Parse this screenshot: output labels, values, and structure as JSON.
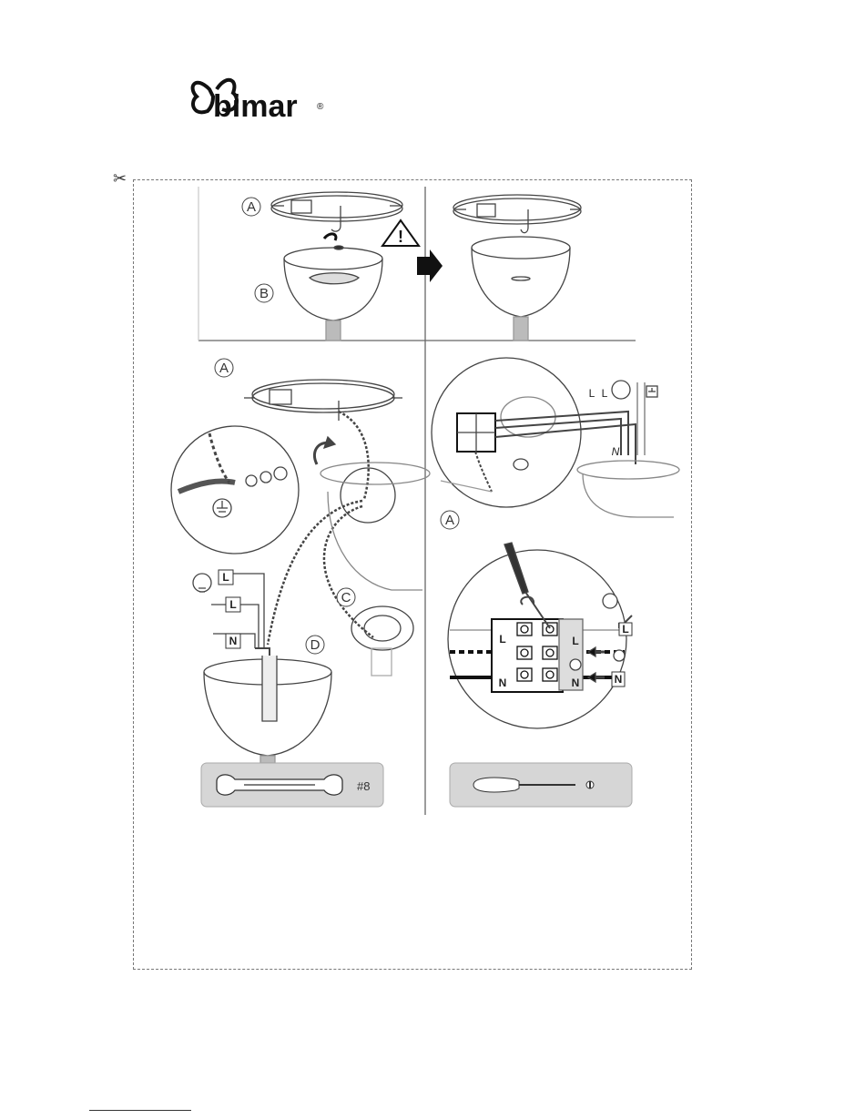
{
  "brand": {
    "name": "bimar",
    "mark": "®"
  },
  "step_labels": {
    "top_left_a": "A",
    "top_left_b": "B",
    "bottom_left_a": "A",
    "bottom_left_c": "C",
    "bottom_left_d": "D",
    "bottom_right_a": "A"
  },
  "wire_labels": {
    "left_l1": "L",
    "left_l2": "L",
    "left_n": "N",
    "terminal_l_left": "L",
    "terminal_l_right": "L",
    "terminal_n_left": "N",
    "terminal_n_right": "N",
    "input_l": "L",
    "input_n": "N",
    "wall_l1": "L",
    "wall_l2": "L",
    "wall_n": "N"
  },
  "tools": {
    "wrench_size": "#8"
  },
  "icons": [
    "scissors-icon",
    "warning-icon",
    "arrow-right-icon",
    "bulb-icon",
    "earth-icon",
    "wrench-icon",
    "screwdriver-icon"
  ]
}
